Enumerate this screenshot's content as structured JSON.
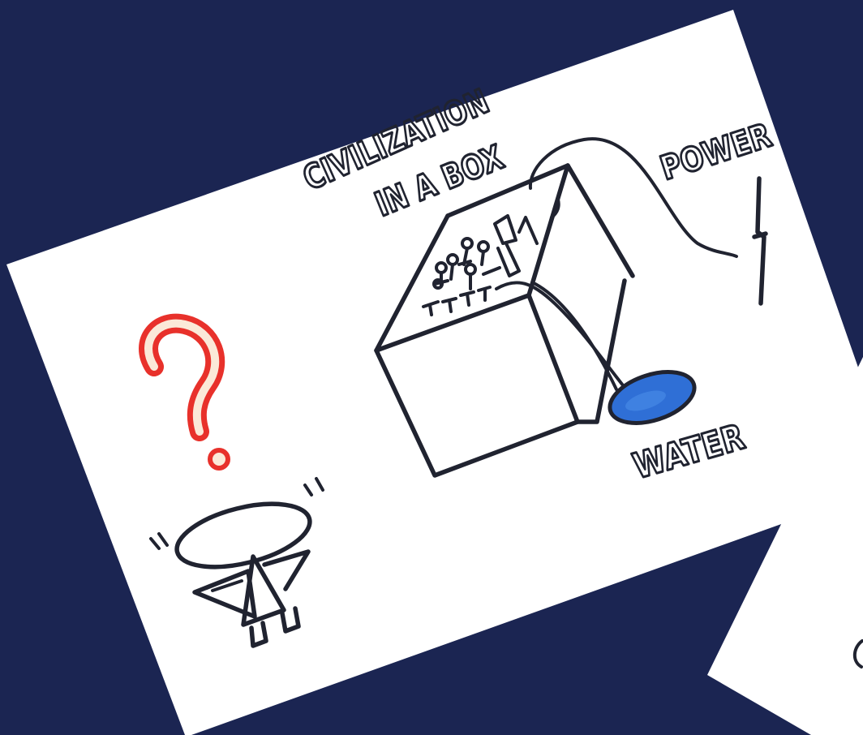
{
  "sketch": {
    "title_line1": "CIVILIZATION",
    "title_line2": "IN A BOX",
    "power_label": "POWER",
    "water_label": "WATER",
    "question_mark": "?"
  },
  "colors": {
    "background": "#1b2552",
    "card": "#ffffff",
    "ink": "#202330",
    "question_mark_red": "#e8312b",
    "water_blue": "#2f6fd6"
  },
  "icons": [
    "question-mark-icon",
    "house-box-icon",
    "lightning-bolt-icon",
    "water-puddle-icon",
    "hovering-drone-icon"
  ]
}
